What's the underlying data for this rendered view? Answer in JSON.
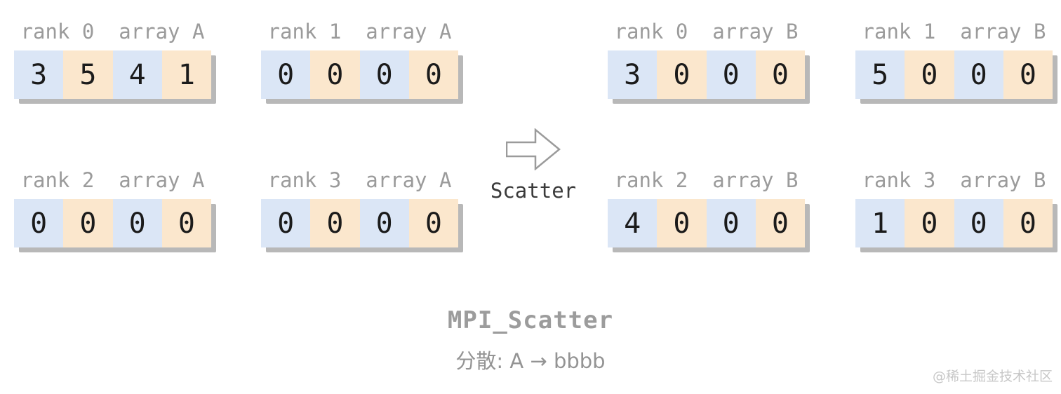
{
  "title": {
    "text": "MPI_Scatter"
  },
  "subtitle": {
    "text": "分散: A → bbbb"
  },
  "watermark": {
    "text": "@稀土掘金技术社区"
  },
  "operation": {
    "label": "Scatter",
    "icon": "right-arrow-icon"
  },
  "colors": {
    "cell_blue": "#dbe6f6",
    "cell_peach": "#fbe7cd",
    "box_shadow": "#b8b8b8",
    "label_gray": "#9b9b9b",
    "value_black": "#1b1b1b",
    "arrow_stroke": "#9b9b9b",
    "operation_text": "#3a3a3a",
    "title_gray": "#9c9c9c",
    "subtitle_gray": "#949494",
    "watermark_gray": "#c7c7c7"
  },
  "arrays": [
    {
      "name": "rank0-arrayA",
      "label": "rank 0  array A",
      "cells": [
        "3",
        "5",
        "4",
        "1"
      ]
    },
    {
      "name": "rank1-arrayA",
      "label": "rank 1  array A",
      "cells": [
        "0",
        "0",
        "0",
        "0"
      ]
    },
    {
      "name": "rank0-arrayB",
      "label": "rank 0  array B",
      "cells": [
        "3",
        "0",
        "0",
        "0"
      ]
    },
    {
      "name": "rank1-arrayB",
      "label": "rank 1  array B",
      "cells": [
        "5",
        "0",
        "0",
        "0"
      ]
    },
    {
      "name": "rank2-arrayA",
      "label": "rank 2  array A",
      "cells": [
        "0",
        "0",
        "0",
        "0"
      ]
    },
    {
      "name": "rank3-arrayA",
      "label": "rank 3  array A",
      "cells": [
        "0",
        "0",
        "0",
        "0"
      ]
    },
    {
      "name": "rank2-arrayB",
      "label": "rank 2  array B",
      "cells": [
        "4",
        "0",
        "0",
        "0"
      ]
    },
    {
      "name": "rank3-arrayB",
      "label": "rank 3  array B",
      "cells": [
        "1",
        "0",
        "0",
        "0"
      ]
    }
  ]
}
